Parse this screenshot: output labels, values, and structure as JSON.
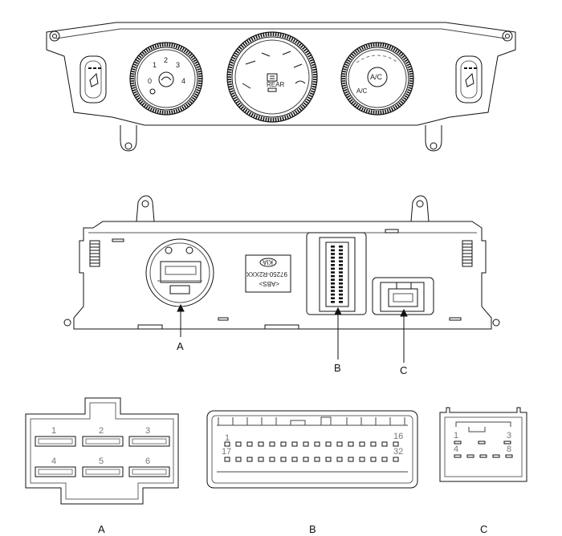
{
  "front_panel": {
    "left_dial_numbers": [
      "0",
      "1",
      "2",
      "3",
      "4"
    ],
    "center_dial_text": "REAR",
    "right_dial_text": "A/C",
    "right_dial_subtext": "A/C"
  },
  "rear_panel": {
    "sticker_lines": [
      "<ABS>",
      "97250-R2XXX"
    ],
    "sticker_logo": "KIA"
  },
  "callouts": [
    "A",
    "B",
    "C"
  ],
  "connector_a": {
    "label": "A",
    "pins": [
      "1",
      "2",
      "3",
      "4",
      "5",
      "6"
    ]
  },
  "connector_b": {
    "label": "B",
    "pin_labels": [
      "1",
      "16",
      "17",
      "32"
    ]
  },
  "connector_c": {
    "label": "C",
    "pin_labels": [
      "1",
      "3",
      "4",
      "8"
    ]
  }
}
